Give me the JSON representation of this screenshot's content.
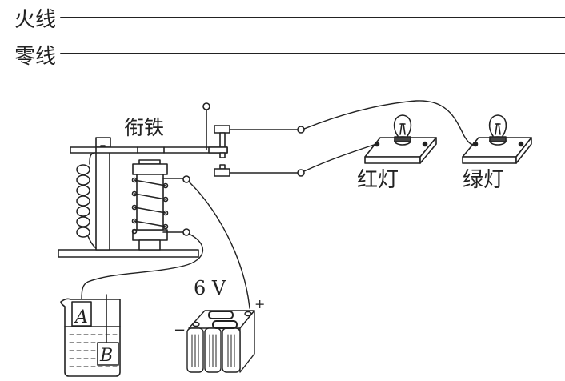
{
  "title": "Electromagnetic relay water-level alarm circuit",
  "power_lines": {
    "live_label": "火线",
    "neutral_label": "零线"
  },
  "relay": {
    "armature_label": "衔铁"
  },
  "lamps": {
    "red_label": "红灯",
    "green_label": "绿灯"
  },
  "battery": {
    "voltage_label": "6 V",
    "positive_label": "+",
    "negative_label": "−"
  },
  "beaker": {
    "electrode_a_label": "A",
    "electrode_b_label": "B"
  },
  "colors": {
    "ink": "#222222",
    "background": "#ffffff"
  }
}
